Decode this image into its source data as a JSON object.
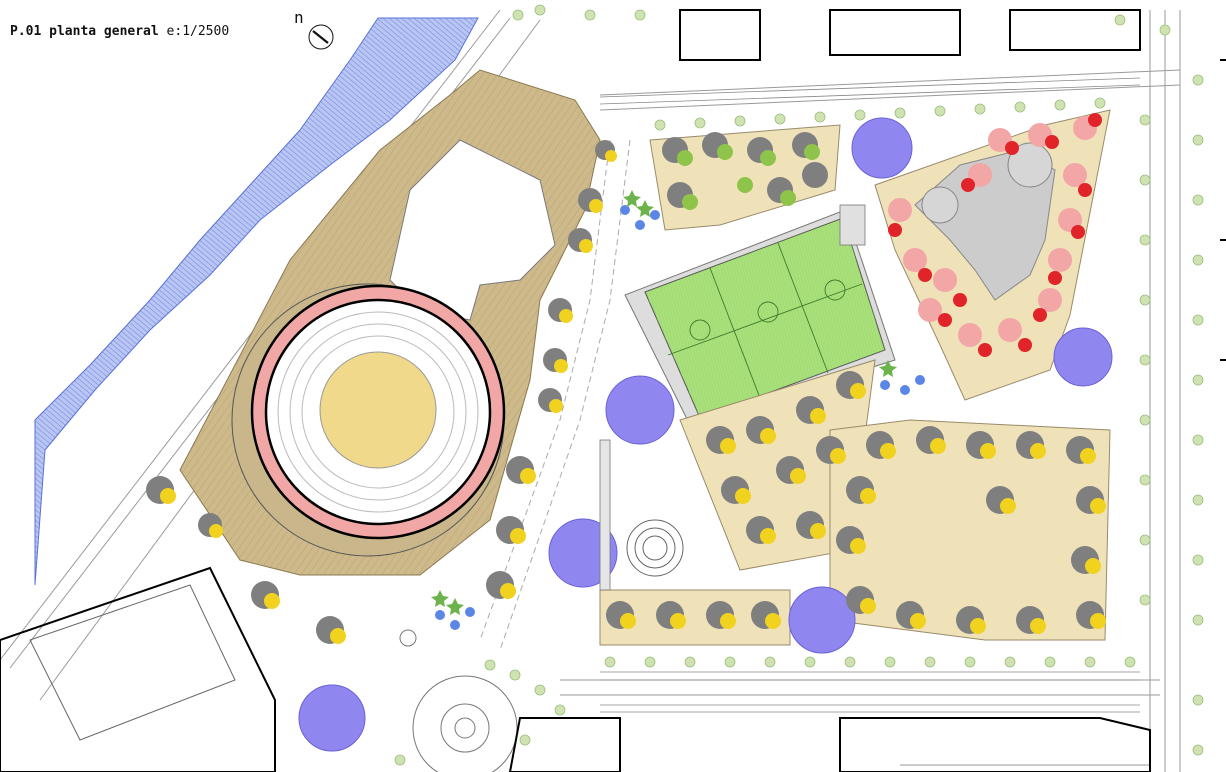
{
  "title": {
    "code": "P.01 planta general",
    "scale": "e:1/2500"
  },
  "north_arrow": {
    "letter": "n"
  },
  "colors": {
    "water": "#7f95e8",
    "terrace": "#cdb98a",
    "plaza_paving": "#efe2b9",
    "pitch": "#a9e07c",
    "bullring_ring": "#f0a7a5",
    "arena": "#f0d98a",
    "tree_yellow": "#f1d21f",
    "tree_red": "#e0242a",
    "tree_pink": "#f3a6a6",
    "tree_green": "#8fc44a",
    "tree_purple": "#8f86f0",
    "street_tree": "#cfe2b2",
    "building_outline": "#000000"
  }
}
